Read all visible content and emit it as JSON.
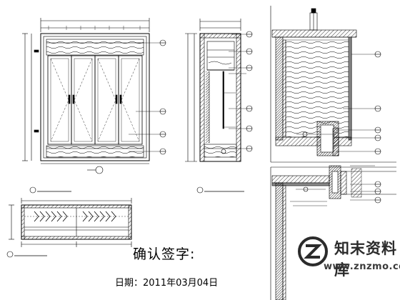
{
  "confirm_label": "确认签字:",
  "date_label": "日期：2011年03月04日",
  "watermark": {
    "title": "知末资料库",
    "url": "www.znzmo.com"
  },
  "colors": {
    "line": "#000000",
    "fill_gray": "#8a8a8a",
    "fill_light": "#d9d9d9",
    "watermark": "#333333"
  },
  "callout_icons": [
    "section-callout-icon",
    "detail-callout-icon"
  ]
}
